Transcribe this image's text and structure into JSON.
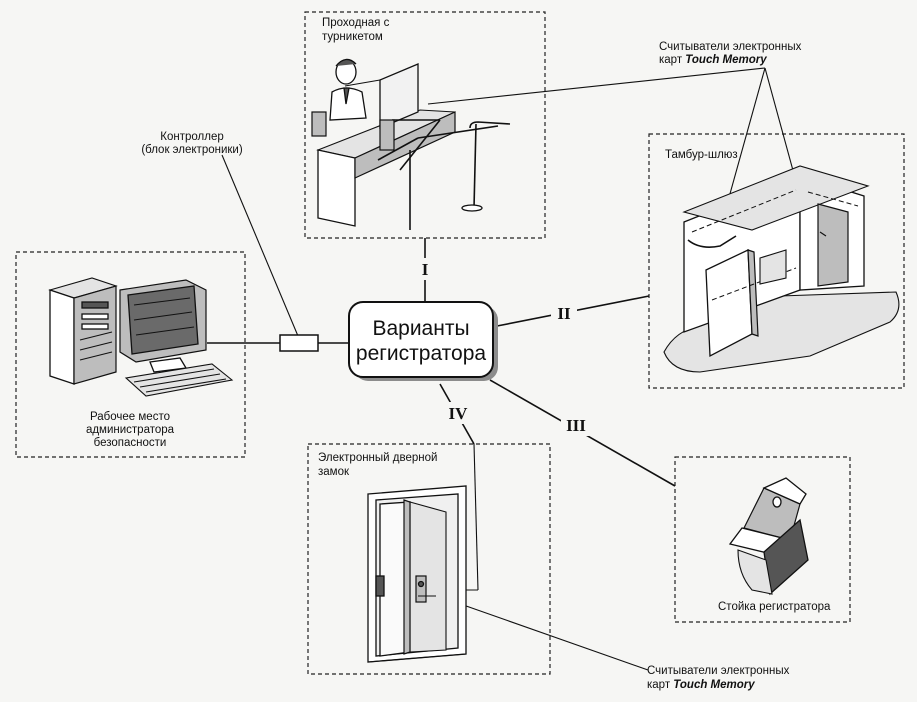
{
  "center": {
    "line1": "Варианты",
    "line2": "регистратора"
  },
  "variants": {
    "v1": "I",
    "v2": "II",
    "v3": "III",
    "v4": "IV"
  },
  "labels": {
    "turnstile_line1": "Проходная с",
    "turnstile_line2": "турникетом",
    "readers_top_line1": "Считыватели электронных",
    "readers_top_prefix": "карт ",
    "readers_top_italic": "Touch Memory",
    "controller_line1": "Контроллер",
    "controller_line2": "(блок электроники)",
    "airlock": "Тамбур-шлюз",
    "workstation_line1": "Рабочее место",
    "workstation_line2": "администратора",
    "workstation_line3": "безопасности",
    "door_lock_line1": "Электронный дверной",
    "door_lock_line2": "замок",
    "stand": "Стойка регистратора",
    "readers_bottom_line1": "Считыватели электронных",
    "readers_bottom_prefix": "карт ",
    "readers_bottom_italic": "Touch Memory"
  },
  "icons": {
    "turnstile": "turnstile-checkpoint-illustration",
    "computer": "workstation-computer-illustration",
    "controller": "controller-box-icon",
    "airlock": "airlock-vestibule-illustration",
    "door": "electronic-door-lock-illustration",
    "stand": "registrar-stand-illustration"
  }
}
